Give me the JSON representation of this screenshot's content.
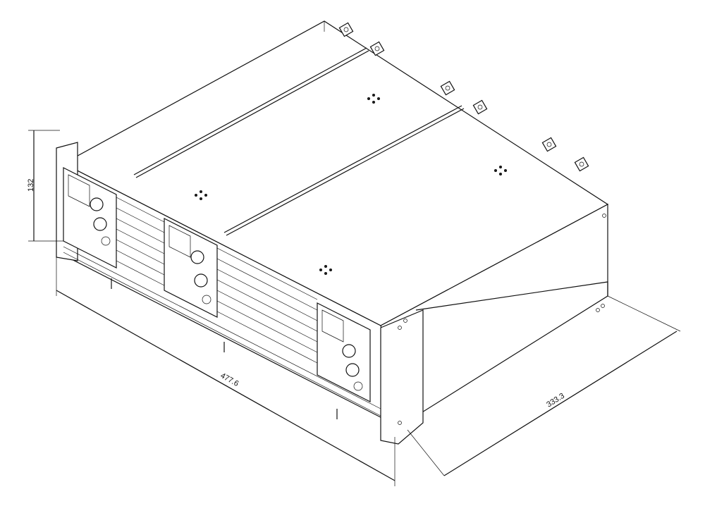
{
  "drawing": {
    "type": "isometric dimension drawing of rack-mount power supply unit",
    "dimensions": {
      "height": "132",
      "width": "477.6",
      "depth": "333.3"
    },
    "module_count": 3
  }
}
